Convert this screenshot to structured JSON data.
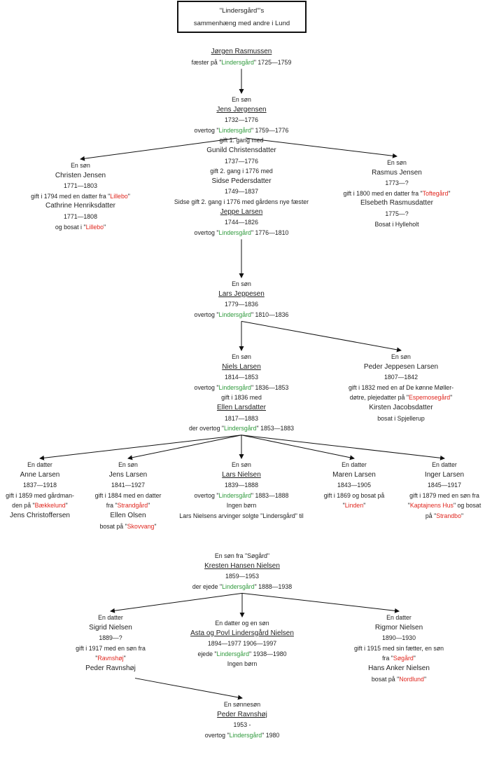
{
  "title": {
    "line1": "\"Lindersgård\"'s",
    "line2": "sammenhæng med andre i Lund"
  },
  "colors": {
    "farm_owned": "#2f9a3c",
    "farm_other": "#e0261e"
  },
  "nodes": {
    "jorgen": [
      [
        {
          "t": "Jørgen Rasmussen",
          "u": true,
          "name": true
        }
      ],
      [
        {
          "t": "fæster på \""
        },
        {
          "t": "Lindersgård",
          "c": "g"
        },
        {
          "t": "\" 1725—1759"
        }
      ]
    ],
    "jens": [
      [
        {
          "t": "En søn"
        }
      ],
      [
        {
          "t": "Jens Jørgensen",
          "u": true,
          "name": true
        }
      ],
      [
        {
          "t": "1732—1776"
        }
      ],
      [
        {
          "t": "overtog \""
        },
        {
          "t": "Lindersgård",
          "c": "g"
        },
        {
          "t": "\" 1759—1776"
        }
      ],
      [
        {
          "t": "gift 1. gang med"
        }
      ],
      [
        {
          "t": "Gunild Christensdatter",
          "name": true
        }
      ],
      [
        {
          "t": "1737—1776"
        }
      ],
      [
        {
          "t": "gift 2. gang i 1776 med"
        }
      ],
      [
        {
          "t": "Sidse Pedersdatter",
          "name": true
        }
      ],
      [
        {
          "t": "1749—1837"
        }
      ],
      [
        {
          "t": "Sidse gift 2. gang i 1776 med gårdens nye fæster"
        }
      ],
      [
        {
          "t": "Jeppe Larsen",
          "u": true,
          "name": true
        }
      ],
      [
        {
          "t": "1744—1826"
        }
      ],
      [
        {
          "t": "overtog \""
        },
        {
          "t": "Lindersgård",
          "c": "g"
        },
        {
          "t": "\" 1776—1810"
        }
      ]
    ],
    "christen": [
      [
        {
          "t": "En søn"
        }
      ],
      [
        {
          "t": "Christen Jensen",
          "name": true
        }
      ],
      [
        {
          "t": "1771—1803"
        }
      ],
      [
        {
          "t": "gift i 1794 med en datter fra \""
        },
        {
          "t": "Lillebo",
          "c": "r"
        },
        {
          "t": "\""
        }
      ],
      [
        {
          "t": "Cathrine Henriksdatter",
          "name": true
        }
      ],
      [
        {
          "t": "1771—1808"
        }
      ],
      [
        {
          "t": "og bosat i \""
        },
        {
          "t": "Lillebo",
          "c": "r"
        },
        {
          "t": "\""
        }
      ]
    ],
    "rasmus": [
      [
        {
          "t": "En søn"
        }
      ],
      [
        {
          "t": "Rasmus Jensen",
          "name": true
        }
      ],
      [
        {
          "t": "1773—?"
        }
      ],
      [
        {
          "t": "gift i 1800 med en datter fra \""
        },
        {
          "t": "Toftegård",
          "c": "r"
        },
        {
          "t": "\""
        }
      ],
      [
        {
          "t": "Elsebeth Rasmusdatter",
          "name": true
        }
      ],
      [
        {
          "t": "1775—?"
        }
      ],
      [
        {
          "t": "Bosat i Hylleholt"
        }
      ]
    ],
    "lars_j": [
      [
        {
          "t": "En søn"
        }
      ],
      [
        {
          "t": "Lars Jeppesen",
          "u": true,
          "name": true
        }
      ],
      [
        {
          "t": "1779—1836"
        }
      ],
      [
        {
          "t": "overtog \""
        },
        {
          "t": "Lindersgård",
          "c": "g"
        },
        {
          "t": "\" 1810—1836"
        }
      ]
    ],
    "niels": [
      [
        {
          "t": "En søn"
        }
      ],
      [
        {
          "t": "Niels Larsen",
          "u": true,
          "name": true
        }
      ],
      [
        {
          "t": "1814—1853"
        }
      ],
      [
        {
          "t": "overtog \""
        },
        {
          "t": "Lindersgård",
          "c": "g"
        },
        {
          "t": "\" 1836—1853"
        }
      ],
      [
        {
          "t": "gift i 1836 med"
        }
      ],
      [
        {
          "t": "Ellen Larsdatter",
          "u": true,
          "name": true
        }
      ],
      [
        {
          "t": "1817—1883"
        }
      ],
      [
        {
          "t": "der overtog \""
        },
        {
          "t": "Lindersgård",
          "c": "g"
        },
        {
          "t": "\" 1853—1883"
        }
      ]
    ],
    "peder_jl": [
      [
        {
          "t": "En søn"
        }
      ],
      [
        {
          "t": "Peder Jeppesen Larsen",
          "name": true
        }
      ],
      [
        {
          "t": "1807—1842"
        }
      ],
      [
        {
          "t": "gift i 1832 med en af De kønne Møller-"
        }
      ],
      [
        {
          "t": "døtre, plejedatter på \""
        },
        {
          "t": "Espemosegård",
          "c": "r"
        },
        {
          "t": "\""
        }
      ],
      [
        {
          "t": "Kirsten Jacobsdatter",
          "name": true
        }
      ],
      [
        {
          "t": "bosat i Spjellerup"
        }
      ]
    ],
    "anne": [
      [
        {
          "t": "En datter"
        }
      ],
      [
        {
          "t": "Anne Larsen",
          "name": true
        }
      ],
      [
        {
          "t": "1837—1918"
        }
      ],
      [
        {
          "t": "gift i 1859 med gårdman-"
        }
      ],
      [
        {
          "t": "den på \""
        },
        {
          "t": "Bækkelund",
          "c": "r"
        },
        {
          "t": "\""
        }
      ],
      [
        {
          "t": "Jens Christoffersen",
          "name": true
        }
      ]
    ],
    "jens_l": [
      [
        {
          "t": "En søn"
        }
      ],
      [
        {
          "t": "Jens Larsen",
          "name": true
        }
      ],
      [
        {
          "t": "1841—1927"
        }
      ],
      [
        {
          "t": "gift i 1884 med en datter"
        }
      ],
      [
        {
          "t": "fra \""
        },
        {
          "t": "Strandgård",
          "c": "r"
        },
        {
          "t": "\""
        }
      ],
      [
        {
          "t": "Ellen Olsen",
          "name": true
        }
      ],
      [
        {
          "t": "bosat på \""
        },
        {
          "t": "Skovvang",
          "c": "r"
        },
        {
          "t": "\""
        }
      ]
    ],
    "lars_n": [
      [
        {
          "t": "En søn"
        }
      ],
      [
        {
          "t": "Lars Nielsen",
          "u": true,
          "name": true
        }
      ],
      [
        {
          "t": "1839—1888"
        }
      ],
      [
        {
          "t": "overtog \""
        },
        {
          "t": "Lindersgård",
          "c": "g"
        },
        {
          "t": "\" 1883—1888"
        }
      ],
      [
        {
          "t": "Ingen børn"
        }
      ],
      [
        {
          "t": "Lars Nielsens arvinger solgte \"Lindersgård\" til"
        }
      ]
    ],
    "maren": [
      [
        {
          "t": "En datter"
        }
      ],
      [
        {
          "t": "Maren Larsen",
          "name": true
        }
      ],
      [
        {
          "t": "1843—1905"
        }
      ],
      [
        {
          "t": "gift i 1869 og bosat på"
        }
      ],
      [
        {
          "t": "\""
        },
        {
          "t": "Linden",
          "c": "r"
        },
        {
          "t": "\""
        }
      ]
    ],
    "inger": [
      [
        {
          "t": "En datter"
        }
      ],
      [
        {
          "t": "Inger Larsen",
          "name": true
        }
      ],
      [
        {
          "t": "1845—1917"
        }
      ],
      [
        {
          "t": "gift i 1879 med en søn fra"
        }
      ],
      [
        {
          "t": "\""
        },
        {
          "t": "Kaptajnens Hus",
          "c": "r"
        },
        {
          "t": "\" og bosat"
        }
      ],
      [
        {
          "t": "på \""
        },
        {
          "t": "Strandbo",
          "c": "r"
        },
        {
          "t": "\""
        }
      ]
    ],
    "kresten": [
      [
        {
          "t": "En søn fra \"Søgård\""
        }
      ],
      [
        {
          "t": "Kresten Hansen Nielsen",
          "u": true,
          "name": true
        }
      ],
      [
        {
          "t": "1859—1953"
        }
      ],
      [
        {
          "t": "der ejede \""
        },
        {
          "t": "Lindersgård",
          "c": "g"
        },
        {
          "t": "\" 1888—1938"
        }
      ]
    ],
    "sigrid": [
      [
        {
          "t": "En datter"
        }
      ],
      [
        {
          "t": "Sigrid Nielsen",
          "name": true
        }
      ],
      [
        {
          "t": "1889—?"
        }
      ],
      [
        {
          "t": "gift i 1917 med en søn fra"
        }
      ],
      [
        {
          "t": "\""
        },
        {
          "t": "Ravnshøj",
          "c": "r"
        },
        {
          "t": "\""
        }
      ],
      [
        {
          "t": "Peder Ravnshøj",
          "name": true
        }
      ]
    ],
    "asta": [
      [
        {
          "t": "En datter og en søn"
        }
      ],
      [
        {
          "t": "Asta og Povl Lindersgård Nielsen",
          "u": true,
          "name": true
        }
      ],
      [
        {
          "t": "1894—1977       1906—1997"
        }
      ],
      [
        {
          "t": "ejede \""
        },
        {
          "t": "Lindersgård",
          "c": "g"
        },
        {
          "t": "\" 1938—1980"
        }
      ],
      [
        {
          "t": "Ingen børn"
        }
      ]
    ],
    "rigmor": [
      [
        {
          "t": "En datter"
        }
      ],
      [
        {
          "t": "Rigmor Nielsen",
          "name": true
        }
      ],
      [
        {
          "t": "1890—1930"
        }
      ],
      [
        {
          "t": "gift i 1915 med sin fætter, en søn"
        }
      ],
      [
        {
          "t": "fra \""
        },
        {
          "t": "Søgård",
          "c": "r"
        },
        {
          "t": "\""
        }
      ],
      [
        {
          "t": "Hans Anker Nielsen",
          "name": true
        }
      ],
      [
        {
          "t": "bosat på \""
        },
        {
          "t": "Nordlund",
          "c": "r"
        },
        {
          "t": "\""
        }
      ]
    ],
    "peder_r": [
      [
        {
          "t": "En sønnesøn"
        }
      ],
      [
        {
          "t": "Peder Ravnshøj",
          "u": true,
          "name": true
        }
      ],
      [
        {
          "t": "1953 -"
        }
      ],
      [
        {
          "t": "overtog \""
        },
        {
          "t": "Lindersgård",
          "c": "g"
        },
        {
          "t": "\" 1980"
        }
      ]
    ]
  },
  "edges": [
    [
      "jorgen",
      "jens"
    ],
    [
      "jens",
      "christen"
    ],
    [
      "jens",
      "rasmus"
    ],
    [
      "jens",
      "lars_j"
    ],
    [
      "lars_j",
      "niels"
    ],
    [
      "lars_j",
      "peder_jl"
    ],
    [
      "niels",
      "anne"
    ],
    [
      "niels",
      "jens_l"
    ],
    [
      "niels",
      "lars_n"
    ],
    [
      "niels",
      "maren"
    ],
    [
      "niels",
      "inger"
    ],
    [
      "kresten",
      "sigrid"
    ],
    [
      "kresten",
      "asta"
    ],
    [
      "kresten",
      "rigmor"
    ],
    [
      "sigrid",
      "peder_r"
    ]
  ]
}
